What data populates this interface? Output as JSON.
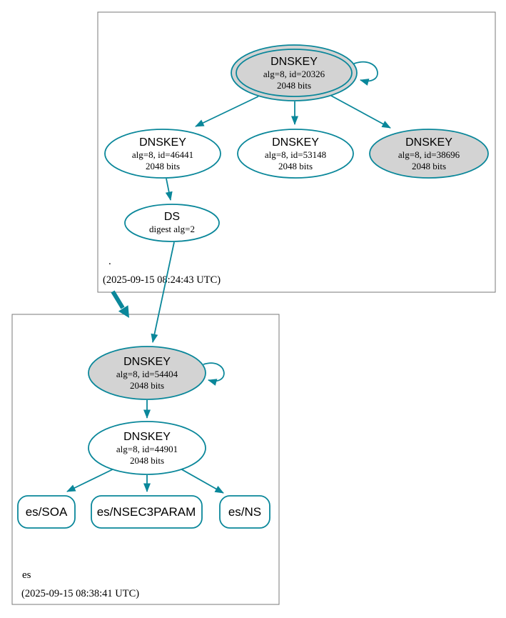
{
  "colors": {
    "secure_edge": "#0a879a",
    "ksk_fill": "#d3d3d3",
    "zsk_fill": "#ffffff",
    "cluster_border": "#787878",
    "text": "#000000"
  },
  "zones": {
    "root": {
      "name": ".",
      "timestamp": "(2025-09-15 08:24:43 UTC)"
    },
    "es": {
      "name": "es",
      "timestamp": "(2025-09-15 08:38:41 UTC)"
    }
  },
  "nodes": {
    "dnskey_20326": {
      "title": "DNSKEY",
      "alg": "alg=8, id=20326",
      "bits": "2048 bits"
    },
    "dnskey_46441": {
      "title": "DNSKEY",
      "alg": "alg=8, id=46441",
      "bits": "2048 bits"
    },
    "dnskey_53148": {
      "title": "DNSKEY",
      "alg": "alg=8, id=53148",
      "bits": "2048 bits"
    },
    "dnskey_38696": {
      "title": "DNSKEY",
      "alg": "alg=8, id=38696",
      "bits": "2048 bits"
    },
    "ds_root_es": {
      "title": "DS",
      "detail": "digest alg=2"
    },
    "dnskey_54404": {
      "title": "DNSKEY",
      "alg": "alg=8, id=54404",
      "bits": "2048 bits"
    },
    "dnskey_44901": {
      "title": "DNSKEY",
      "alg": "alg=8, id=44901",
      "bits": "2048 bits"
    }
  },
  "rrsets": {
    "soa": {
      "label": "es/SOA"
    },
    "nsec3param": {
      "label": "es/NSEC3PARAM"
    },
    "ns": {
      "label": "es/NS"
    }
  }
}
